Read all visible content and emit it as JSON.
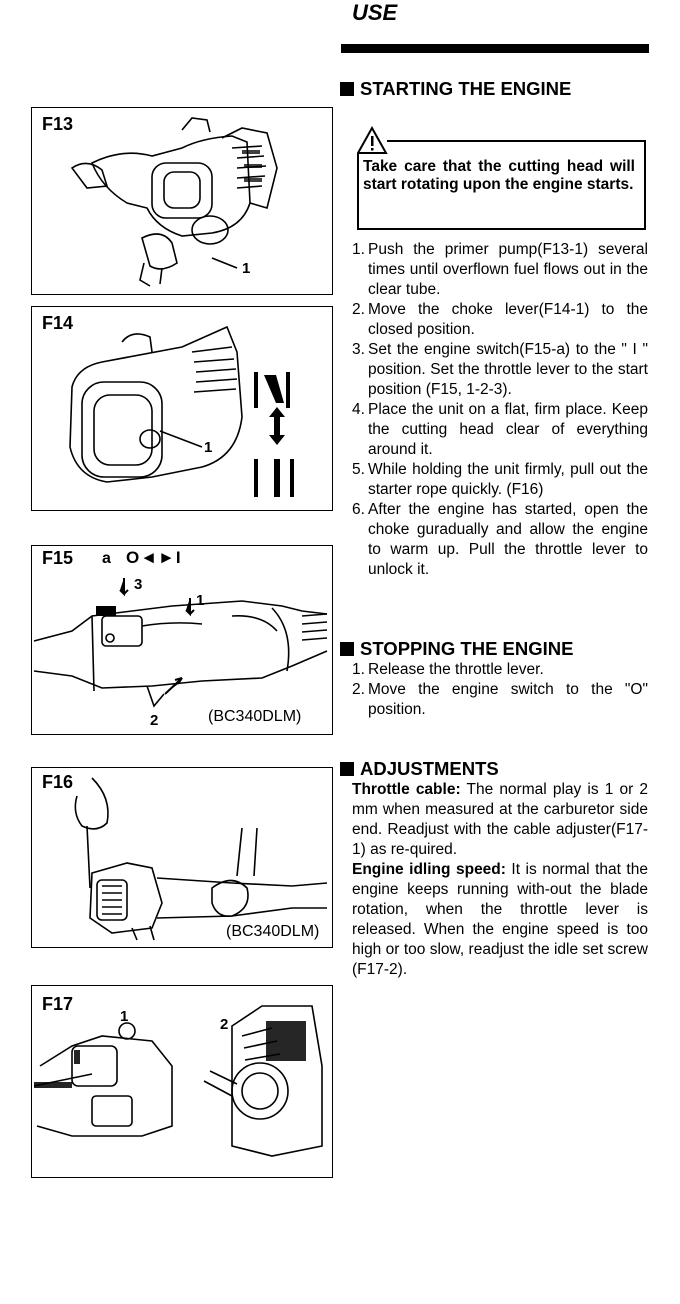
{
  "header": {
    "title": "USE"
  },
  "figures": {
    "f13": {
      "label": "F13",
      "callouts": [
        "1"
      ]
    },
    "f14": {
      "label": "F14",
      "callouts": [
        "1"
      ]
    },
    "f15": {
      "label": "F15",
      "symbol_a": "a",
      "symbol_switch": "O◄►I",
      "callouts": [
        "3",
        "1",
        "2"
      ],
      "model": "(BC340DLM)"
    },
    "f16": {
      "label": "F16",
      "model": "(BC340DLM)"
    },
    "f17": {
      "label": "F17",
      "callouts": [
        "1",
        "2"
      ]
    }
  },
  "starting": {
    "heading": "STARTING THE ENGINE",
    "warning": "Take care that the cutting head will start rotating upon the engine starts.",
    "steps": [
      {
        "n": "1.",
        "text": "Push the primer pump(F13-1) several times until overflown fuel flows out in the clear tube."
      },
      {
        "n": "2.",
        "text": "Move the choke lever(F14-1) to the closed position."
      },
      {
        "n": "3.",
        "text": "Set the engine switch(F15-a) to the \" I \" position. Set the throttle lever to the start position (F15, 1-2-3)."
      },
      {
        "n": "4.",
        "text": "Place the unit on a flat, firm place. Keep the cutting head clear of everything around it."
      },
      {
        "n": "5.",
        "text": "While holding the unit firmly, pull out the starter rope quickly. (F16)"
      },
      {
        "n": "6.",
        "text": "After the engine has started, open the choke guradually and allow the engine to warm up. Pull the throttle lever to unlock it."
      }
    ]
  },
  "stopping": {
    "heading": "STOPPING THE ENGINE",
    "steps": [
      {
        "n": "1.",
        "text": "Release the throttle lever."
      },
      {
        "n": "2.",
        "text": "Move the engine switch to the \"O\" position."
      }
    ]
  },
  "adjustments": {
    "heading": "ADJUSTMENTS",
    "throttle_label": "Throttle cable:",
    "throttle_text": " The normal play is 1 or 2 mm when measured at the carburetor side end. Readjust with the cable adjuster(F17-1) as re-quired.",
    "idling_label": "Engine idling speed:",
    "idling_text": " It is normal that the engine keeps running with-out the blade rotation, when the throttle lever is released. When the engine speed is too high or too slow, readjust the idle set screw (F17-2)."
  }
}
